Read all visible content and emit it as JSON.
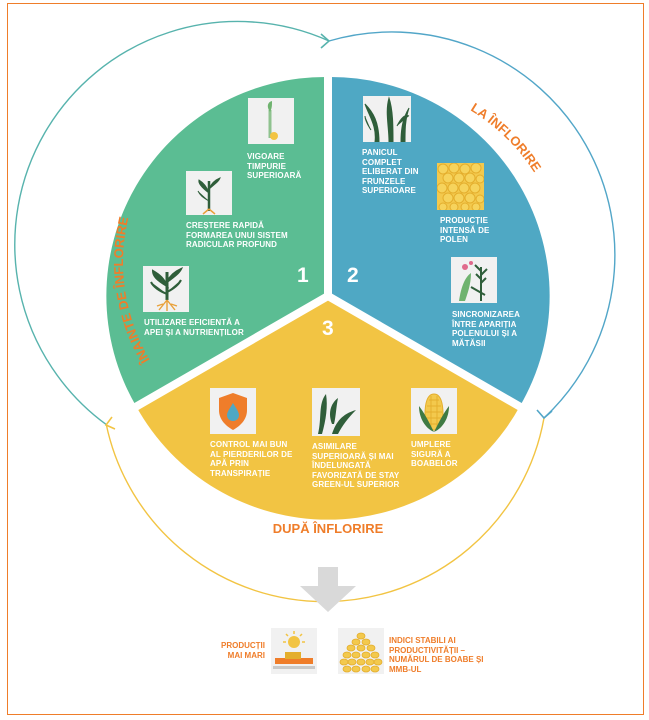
{
  "colors": {
    "phase1": "#5bbd93",
    "phase2": "#4fa8c4",
    "phase3": "#f2c443",
    "accent": "#ef7d2a",
    "ring_teal": "#57b3ad",
    "ring_blue": "#52a6c8",
    "ring_yellow": "#f2c443",
    "arrow": "#d9d9d9"
  },
  "phases": {
    "before": {
      "title": "ÎNAINTE DE ÎNFLORIRE",
      "number": "1",
      "items": [
        {
          "label": "VIGOARE TIMPURIE SUPERIOARĂ",
          "icon": "seedling-icon"
        },
        {
          "label": "CREȘTERE RAPIDĂ FORMAREA UNUI SISTEM RADICULAR PROFUND",
          "icon": "young-plant-roots-icon"
        },
        {
          "label": "UTILIZARE EFICIENTĂ A APEI ȘI A NUTRIENȚILOR",
          "icon": "plant-roots-icon"
        }
      ]
    },
    "during": {
      "title": "LA ÎNFLORIRE",
      "number": "2",
      "items": [
        {
          "label": "PANICUL COMPLET ELIBERAT DIN FRUNZELE SUPERIOARE",
          "icon": "panicle-leaves-icon"
        },
        {
          "label": "PRODUCȚIE INTENSĂ DE POLEN",
          "icon": "pollen-icon"
        },
        {
          "label": "SINCRONIZAREA ÎNTRE APARIȚIA POLENULUI ȘI A MĂTĂSII",
          "icon": "silk-pollen-icon"
        }
      ]
    },
    "after": {
      "title": "DUPĂ ÎNFLORIRE",
      "number": "3",
      "items": [
        {
          "label": "CONTROL MAI BUN AL PIERDERILOR DE APĂ PRIN TRANSPIRAȚIE",
          "icon": "water-shield-icon"
        },
        {
          "label": "ASIMILARE SUPERIOARĂ ȘI MAI ÎNDELUNGATĂ FAVORIZATĂ DE STAY GREEN-UL SUPERIOR",
          "icon": "green-leaves-icon"
        },
        {
          "label": "UMPLERE SIGURĂ A BOABELOR",
          "icon": "corn-cob-icon"
        }
      ]
    }
  },
  "outcomes": [
    {
      "label": "PRODUCȚII MAI MARI",
      "icon": "harvester-sun-icon"
    },
    {
      "label": "INDICI STABILI AI PRODUCTIVITĂȚII – NUMĂRUL DE BOABE ȘI MMB-UL",
      "icon": "kernel-pile-icon"
    }
  ]
}
